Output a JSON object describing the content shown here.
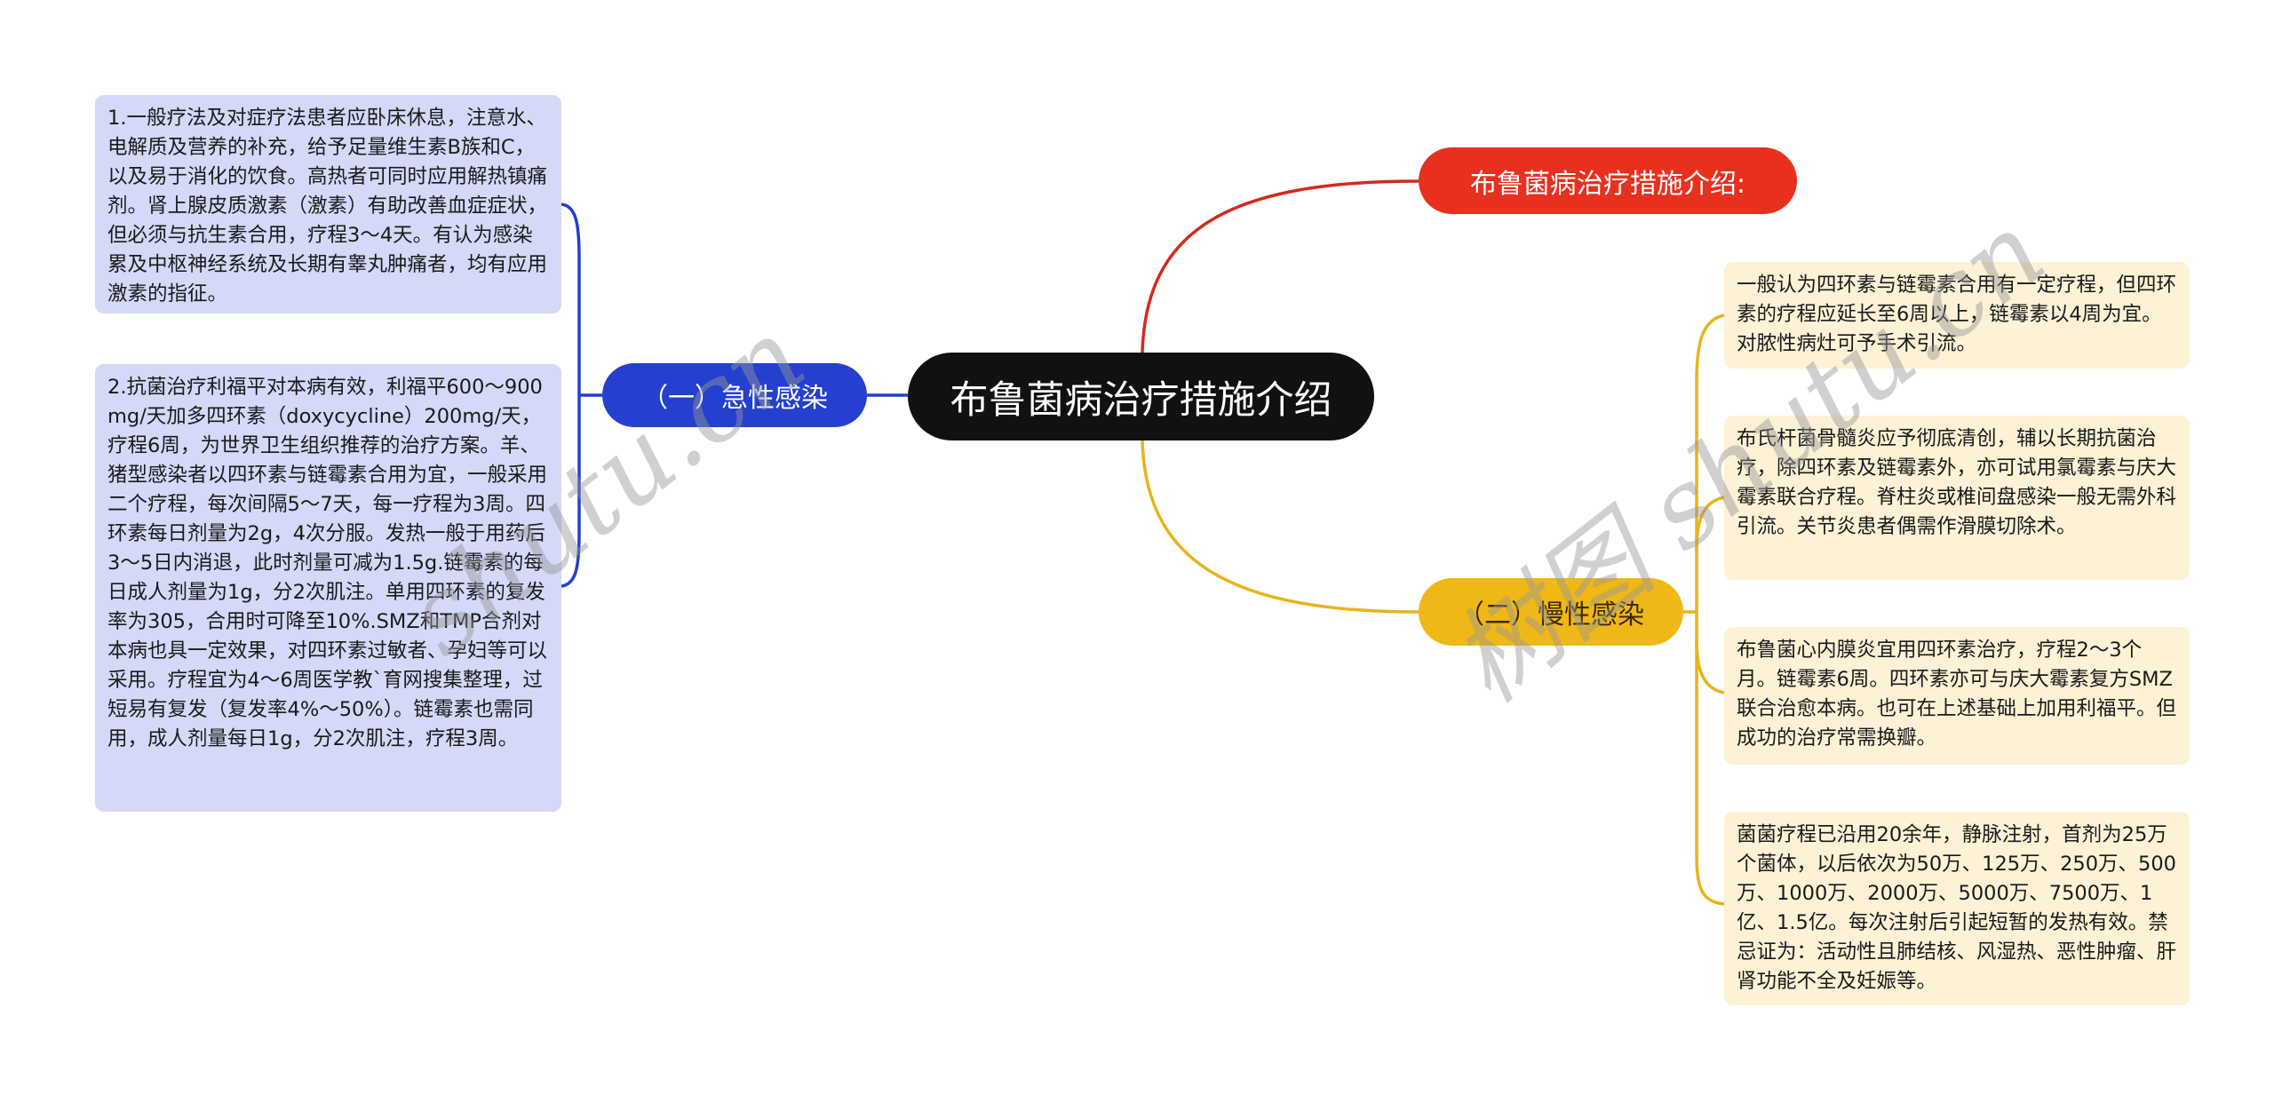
{
  "root": {
    "label": "布鲁菌病治疗措施介绍"
  },
  "branches": {
    "intro": {
      "label": "布鲁菌病治疗措施介绍:",
      "color": "#e8301f"
    },
    "acute": {
      "label": "（一）急性感染",
      "color": "#2440cf",
      "items": [
        {
          "text": "1.一般疗法及对症疗法患者应卧床休息，注意水、电解质及营养的补充，给予足量维生素B族和C，以及易于消化的饮食。高热者可同时应用解热镇痛剂。肾上腺皮质激素（激素）有助改善血症症状，但必须与抗生素合用，疗程3～4天。有认为感染累及中枢神经系统及长期有睾丸肿痛者，均有应用激素的指征。"
        },
        {
          "text": "2.抗菌治疗利福平对本病有效，利福平600～900mg/天加多四环素（doxycycline）200mg/天，疗程6周，为世界卫生组织推荐的治疗方案。羊、猪型感染者以四环素与链霉素合用为宜，一般采用二个疗程，每次间隔5～7天，每一疗程为3周。四环素每日剂量为2g，4次分服。发热一般于用药后3～5日内消退，此时剂量可减为1.5g.链霉素的每日成人剂量为1g，分2次肌注。单用四环素的复发率为305，合用时可降至10%.SMZ和TMP合剂对本病也具一定效果，对四环素过敏者、孕妇等可以采用。疗程宜为4～6周医学教`育网搜集整理，过短易有复发（复发率4%～50%）。链霉素也需同用，成人剂量每日1g，分2次肌注，疗程3周。"
        }
      ]
    },
    "chronic": {
      "label": "（二）慢性感染",
      "color": "#f0b816",
      "items": [
        {
          "text": "一般认为四环素与链霉素合用有一定疗程，但四环素的疗程应延长至6周以上，链霉素以4周为宜。对脓性病灶可予手术引流。"
        },
        {
          "text": "布氏杆菌骨髓炎应予彻底清创，辅以长期抗菌治疗，除四环素及链霉素外，亦可试用氯霉素与庆大霉素联合疗程。脊柱炎或椎间盘感染一般无需外科引流。关节炎患者偶需作滑膜切除术。"
        },
        {
          "text": "布鲁菌心内膜炎宜用四环素治疗，疗程2～3个月。链霉素6周。四环素亦可与庆大霉素复方SMZ联合治愈本病。也可在上述基础上加用利福平。但成功的治疗常需换瓣。"
        },
        {
          "text": "菌菌疗程已沿用20余年，静脉注射，首剂为25万个菌体，以后依次为50万、125万、250万、500万、1000万、2000万、5000万、7500万、1亿、1.5亿。每次注射后引起短暂的发热有效。禁忌证为：活动性且肺结核、风湿热、恶性肿瘤、肝肾功能不全及妊娠等。"
        }
      ]
    }
  },
  "watermarks": [
    "shutu.cn",
    "树图 shutu.cn"
  ]
}
